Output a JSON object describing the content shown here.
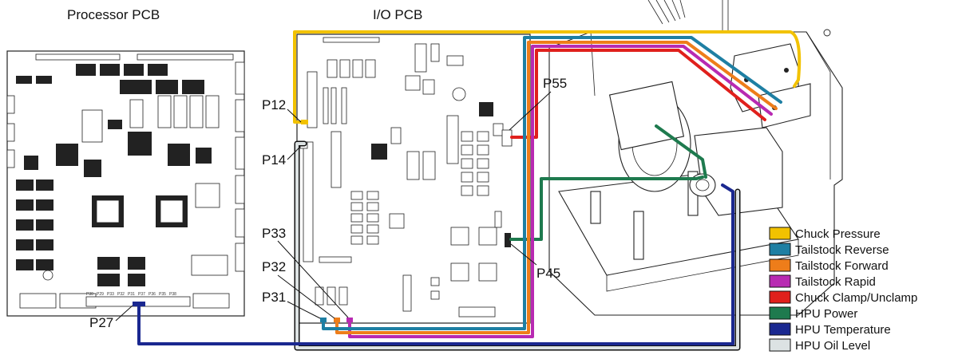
{
  "titles": {
    "processor_pcb": "Processor PCB",
    "io_pcb": "I/O PCB"
  },
  "connectors": {
    "p12": "P12",
    "p14": "P14",
    "p33": "P33",
    "p32": "P32",
    "p31": "P31",
    "p27": "P27",
    "p55": "P55",
    "p45": "P45"
  },
  "processor_silkscreen": [
    "P30",
    "P29",
    "P33",
    "P32",
    "P31",
    "P37",
    "P36",
    "P35",
    "P38"
  ],
  "legend": [
    {
      "label": "Chuck Pressure",
      "color": "#F2C200"
    },
    {
      "label": "Tailstock Reverse",
      "color": "#1E7FA3"
    },
    {
      "label": "Tailstock Forward",
      "color": "#EE7D1A"
    },
    {
      "label": "Tailstock Rapid",
      "color": "#B82AB2"
    },
    {
      "label": "Chuck Clamp/Unclamp",
      "color": "#E0201C"
    },
    {
      "label": "HPU Power",
      "color": "#1E7A4E"
    },
    {
      "label": "HPU Temperature",
      "color": "#1A2890"
    },
    {
      "label": "HPU Oil Level",
      "color": "#DCE2E3"
    }
  ]
}
